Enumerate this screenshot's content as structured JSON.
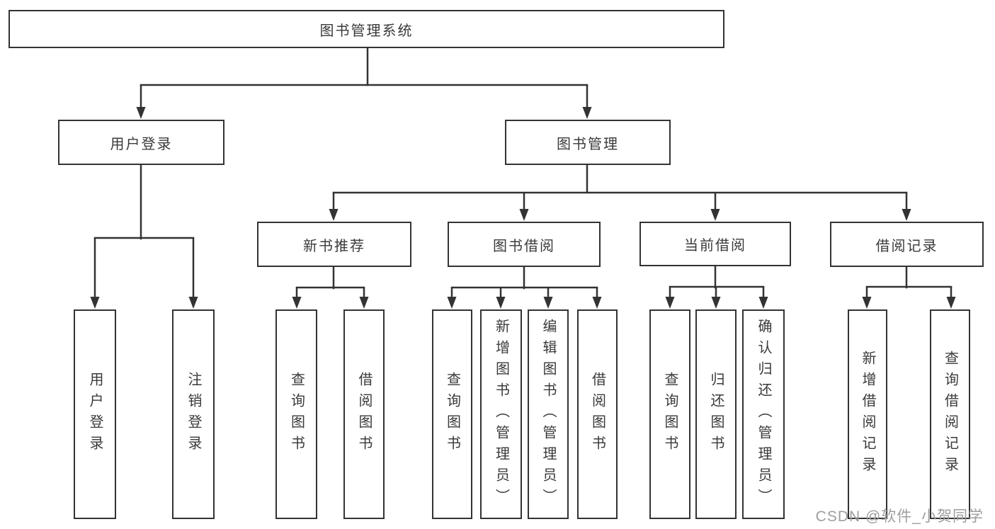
{
  "colors": {
    "line": "#333333",
    "border": "#333333",
    "text": "#3a3a3a",
    "background": "#ffffff",
    "watermark": "#9e9e9e"
  },
  "nodes": {
    "root": {
      "label": "图书管理系统"
    },
    "user_login_group": {
      "label": "用户登录"
    },
    "book_management": {
      "label": "图书管理"
    },
    "new_book_recommend": {
      "label": "新书推荐"
    },
    "book_borrow": {
      "label": "图书借阅"
    },
    "current_borrow": {
      "label": "当前借阅"
    },
    "borrow_record": {
      "label": "借阅记录"
    },
    "user_login": {
      "label": "用户登录"
    },
    "logout": {
      "label": "注销登录"
    },
    "rec_query_book": {
      "label": "查询图书"
    },
    "rec_borrow_book": {
      "label": "借阅图书"
    },
    "bb_query_book": {
      "label": "查询图书"
    },
    "bb_add_book": {
      "label": "新增图书（管理员）"
    },
    "bb_edit_book": {
      "label": "编辑图书（管理员）"
    },
    "bb_borrow_book": {
      "label": "借阅图书"
    },
    "cb_query_book": {
      "label": "查询图书"
    },
    "cb_return_book": {
      "label": "归还图书"
    },
    "cb_confirm_return": {
      "label": "确认归还（管理员）"
    },
    "br_add_record": {
      "label": "新增借阅记录"
    },
    "br_query_record": {
      "label": "查询借阅记录"
    }
  },
  "hierarchy": {
    "root": [
      "user_login_group",
      "book_management"
    ],
    "user_login_group": [
      "user_login",
      "logout"
    ],
    "book_management": [
      "new_book_recommend",
      "book_borrow",
      "current_borrow",
      "borrow_record"
    ],
    "new_book_recommend": [
      "rec_query_book",
      "rec_borrow_book"
    ],
    "book_borrow": [
      "bb_query_book",
      "bb_add_book",
      "bb_edit_book",
      "bb_borrow_book"
    ],
    "current_borrow": [
      "cb_query_book",
      "cb_return_book",
      "cb_confirm_return"
    ],
    "borrow_record": [
      "br_add_record",
      "br_query_record"
    ]
  },
  "watermark": {
    "text": "CSDN @软件_小贺同学"
  }
}
